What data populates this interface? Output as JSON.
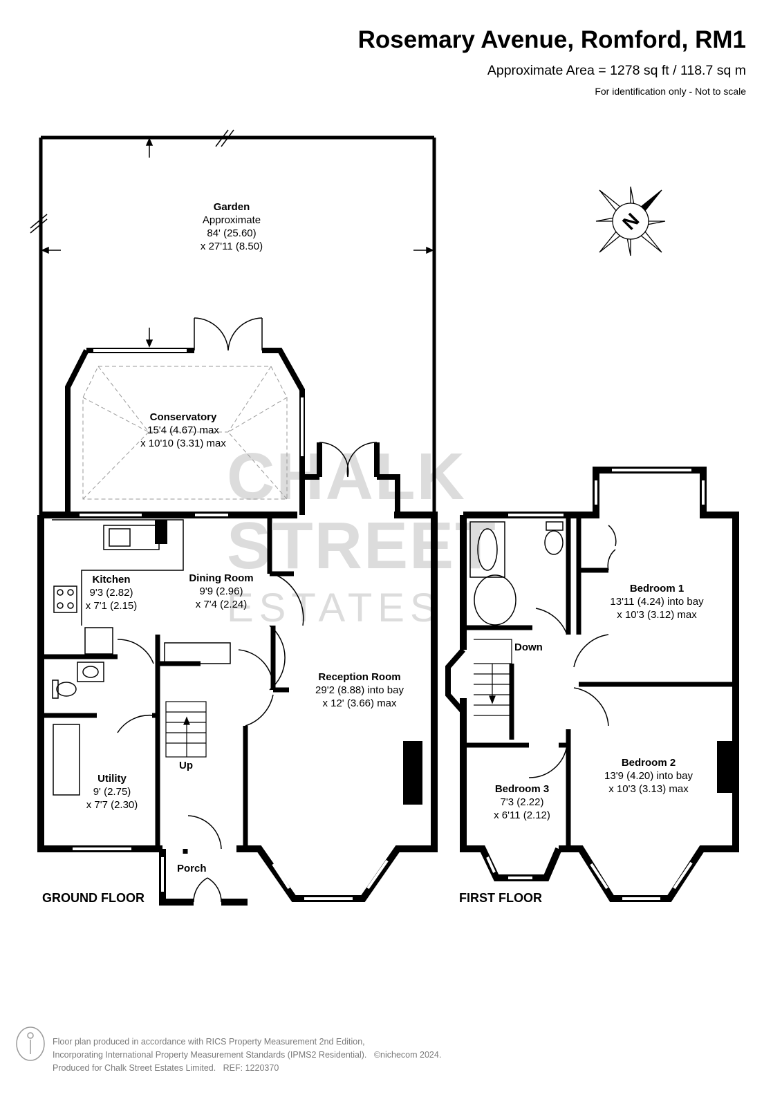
{
  "header": {
    "title": "Rosemary Avenue, Romford, RM1",
    "area": "Approximate Area = 1278 sq ft / 118.7 sq m",
    "note": "For identification only - Not to scale"
  },
  "watermark": {
    "line1": "CHALK",
    "line2": "STREET",
    "line3": "ESTATES"
  },
  "compass": {
    "letter": "N"
  },
  "ground_floor": {
    "label": "GROUND FLOOR",
    "rooms": {
      "garden": {
        "name": "Garden",
        "l1": "Approximate",
        "l2": "84' (25.60)",
        "l3": "x 27'11 (8.50)"
      },
      "conservatory": {
        "name": "Conservatory",
        "l1": "15'4 (4.67) max",
        "l2": "x 10'10 (3.31) max"
      },
      "kitchen": {
        "name": "Kitchen",
        "l1": "9'3 (2.82)",
        "l2": "x 7'1 (2.15)"
      },
      "dining": {
        "name": "Dining Room",
        "l1": "9'9 (2.96)",
        "l2": "x 7'4 (2.24)"
      },
      "reception": {
        "name": "Reception Room",
        "l1": "29'2 (8.88) into bay",
        "l2": "x 12' (3.66) max"
      },
      "utility": {
        "name": "Utility",
        "l1": "9' (2.75)",
        "l2": "x 7'7 (2.30)"
      },
      "porch": {
        "name": "Porch"
      }
    },
    "stairs_label": "Up"
  },
  "first_floor": {
    "label": "FIRST FLOOR",
    "rooms": {
      "bedroom1": {
        "name": "Bedroom 1",
        "l1": "13'11 (4.24) into bay",
        "l2": "x 10'3 (3.12) max"
      },
      "bedroom2": {
        "name": "Bedroom 2",
        "l1": "13'9 (4.20) into bay",
        "l2": "x 10'3 (3.13) max"
      },
      "bedroom3": {
        "name": "Bedroom 3",
        "l1": "7'3 (2.22)",
        "l2": "x 6'11 (2.12)"
      }
    },
    "stairs_label": "Down"
  },
  "footer": {
    "line1": "Floor plan produced in accordance with RICS Property Measurement 2nd Edition,",
    "line2": "Incorporating International Property Measurement Standards (IPMS2 Residential).",
    "copyright": "©nichecom 2024.",
    "line3": "Produced for Chalk Street Estates Limited.",
    "ref": "REF:  1220370"
  }
}
